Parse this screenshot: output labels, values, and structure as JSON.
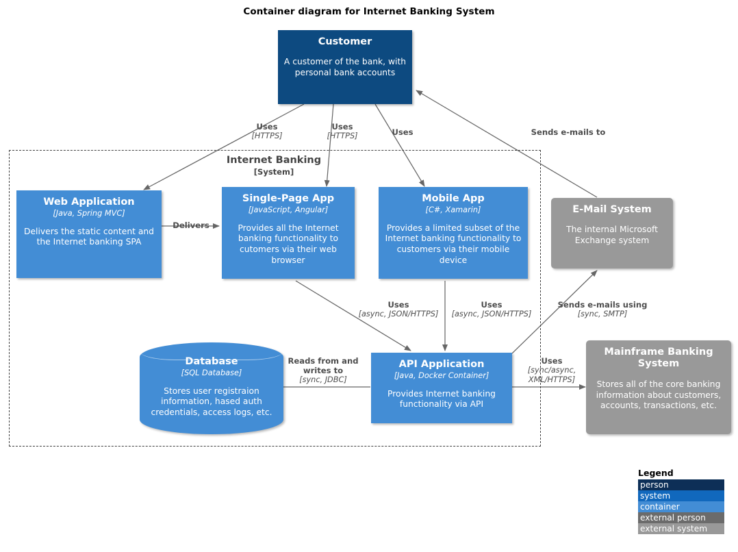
{
  "title": "Container diagram for Internet Banking System",
  "boundary": {
    "name": "Internet Banking",
    "type": "[System]"
  },
  "nodes": {
    "customer": {
      "name": "Customer",
      "tech": "",
      "desc": "A customer of the bank, with personal bank accounts",
      "kind": "person",
      "color": "#0d4a80"
    },
    "web_application": {
      "name": "Web Application",
      "tech": "[Java, Spring MVC]",
      "desc": "Delivers the static content and the Internet banking SPA",
      "kind": "container",
      "color": "#438dd5"
    },
    "single_page_app": {
      "name": "Single-Page App",
      "tech": "[JavaScript, Angular]",
      "desc": "Provides all the Internet banking functionality to cutomers via their web browser",
      "kind": "container",
      "color": "#438dd5"
    },
    "mobile_app": {
      "name": "Mobile App",
      "tech": "[C#, Xamarin]",
      "desc": "Provides a limited subset of the Internet banking functionality to customers via their mobile device",
      "kind": "container",
      "color": "#438dd5"
    },
    "email_system": {
      "name": "E-Mail System",
      "tech": "",
      "desc": "The internal Microsoft Exchange system",
      "kind": "external system",
      "color": "#999999"
    },
    "database": {
      "name": "Database",
      "tech": "[SQL Database]",
      "desc": "Stores user registraion information, hased auth credentials, access logs, etc.",
      "kind": "container",
      "color": "#438dd5"
    },
    "api_application": {
      "name": "API Application",
      "tech": "[Java, Docker Container]",
      "desc": "Provides Internet banking functionality via API",
      "kind": "container",
      "color": "#438dd5"
    },
    "mainframe_banking_system": {
      "name": "Mainframe Banking System",
      "tech": "",
      "desc": "Stores all of the core banking information about customers, accounts, transactions, etc.",
      "kind": "external system",
      "color": "#999999"
    }
  },
  "edges": [
    {
      "id": "customer-web",
      "text": "Uses",
      "tech": "[HTTPS]"
    },
    {
      "id": "customer-spa",
      "text": "Uses",
      "tech": "[HTTPS]"
    },
    {
      "id": "customer-mobile",
      "text": "Uses",
      "tech": ""
    },
    {
      "id": "email-customer",
      "text": "Sends e-mails to",
      "tech": ""
    },
    {
      "id": "web-spa",
      "text": "Delivers",
      "tech": ""
    },
    {
      "id": "spa-api",
      "text": "Uses",
      "tech": "[async, JSON/HTTPS]"
    },
    {
      "id": "mobile-api",
      "text": "Uses",
      "tech": "[async, JSON/HTTPS]"
    },
    {
      "id": "api-email",
      "text": "Sends e-mails using",
      "tech": "[sync, SMTP]"
    },
    {
      "id": "api-database",
      "text": "Reads from and writes to",
      "tech": "[sync, JDBC]"
    },
    {
      "id": "api-mainframe",
      "text": "Uses",
      "tech": "[sync/async, XML/HTTPS]"
    }
  ],
  "legend": {
    "title": "Legend",
    "items": [
      {
        "label": "person",
        "color": "#0d2f57"
      },
      {
        "label": "system",
        "color": "#1168bd"
      },
      {
        "label": "container",
        "color": "#438dd5"
      },
      {
        "label": "external person",
        "color": "#6b6b6b"
      },
      {
        "label": "external system",
        "color": "#999999"
      }
    ]
  }
}
